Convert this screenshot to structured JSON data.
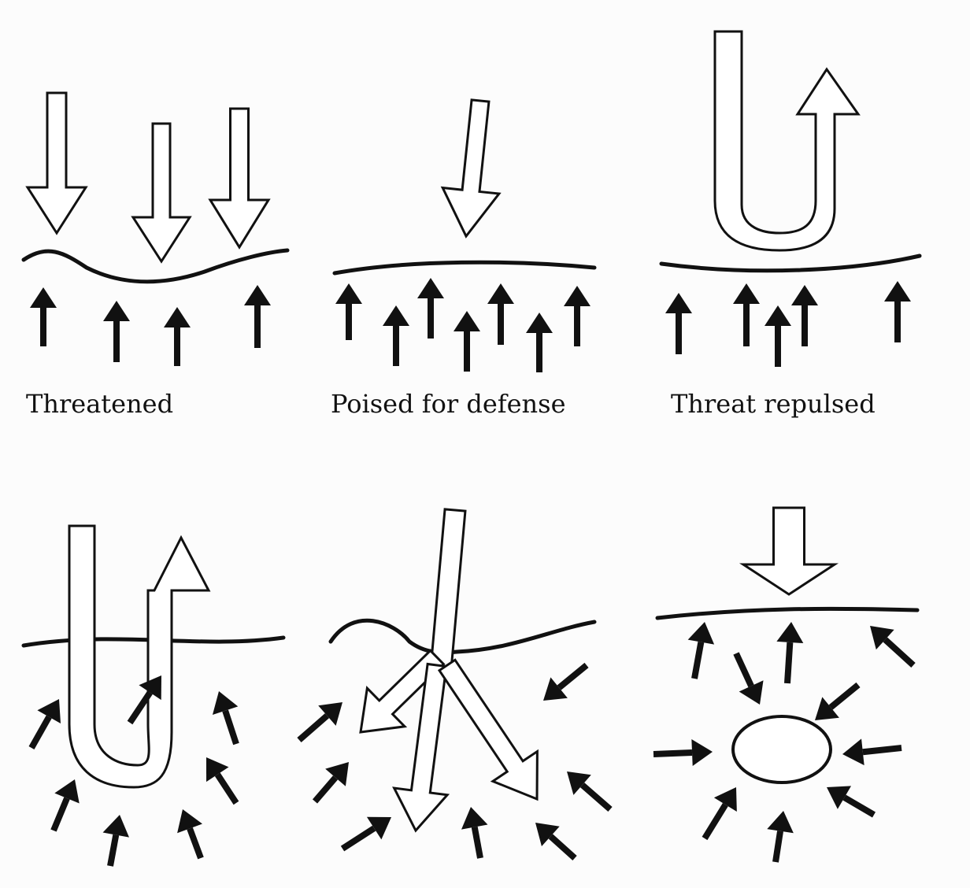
{
  "labels": {
    "panel1": "Threatened",
    "panel2": "Poised for defense",
    "panel3": "Threat repulsed"
  },
  "colors": {
    "ink": "#111111",
    "paper": "#fcfcfc"
  }
}
